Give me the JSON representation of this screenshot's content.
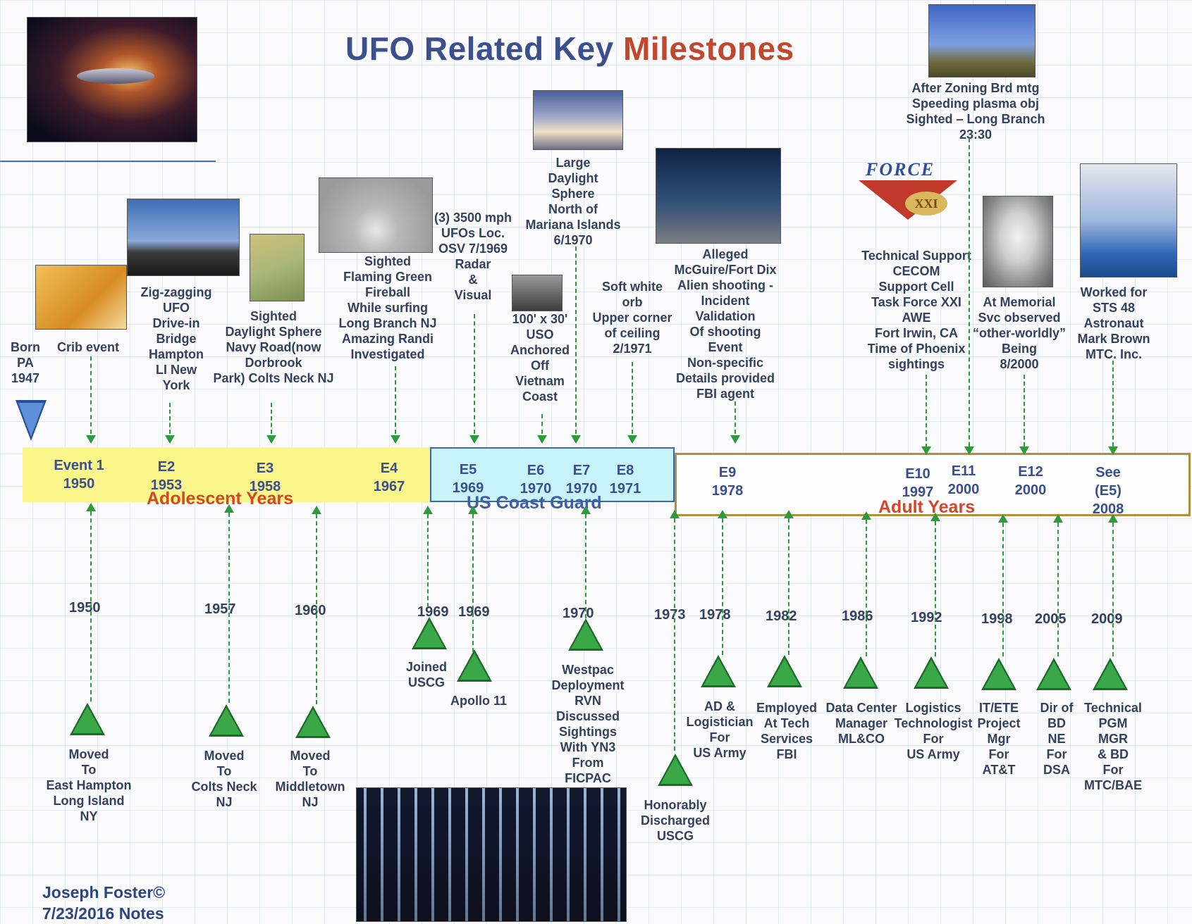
{
  "title": {
    "part1": "UFO Related Key",
    "part2": "Milestones"
  },
  "bands": {
    "adolescent": "Adolescent Years",
    "coast_guard": "US Coast Guard",
    "adult": "Adult Years"
  },
  "events": [
    {
      "code": "Event 1",
      "year": "1950"
    },
    {
      "code": "E2",
      "year": "1953"
    },
    {
      "code": "E3",
      "year": "1958"
    },
    {
      "code": "E4",
      "year": "1967"
    },
    {
      "code": "E5",
      "year": "1969"
    },
    {
      "code": "E6",
      "year": "1970"
    },
    {
      "code": "E7",
      "year": "1970"
    },
    {
      "code": "E8",
      "year": "1971"
    },
    {
      "code": "E9",
      "year": "1978"
    },
    {
      "code": "E10",
      "year": "1997"
    },
    {
      "code": "E11",
      "year": "2000"
    },
    {
      "code": "E12",
      "year": "2000"
    },
    {
      "code": "See",
      "year": "(E5)\n2008"
    }
  ],
  "upper_labels": {
    "born": "Born\nPA\n1947",
    "crib": "Crib event",
    "e2": "Zig-zagging\nUFO\nDrive-in\nBridge\nHampton\nLI New\nYork",
    "e3": "Sighted\nDaylight Sphere\nNavy Road(now\nDorbrook\nPark) Colts Neck NJ",
    "e4": "Sighted\nFlaming Green\nFireball\nWhile surfing\nLong Branch NJ\nAmazing Randi\nInvestigated",
    "e5": "(3) 3500 mph\nUFOs Loc.\nOSV  7/1969\nRadar\n&\nVisual",
    "e6": "100' x 30'\nUSO\nAnchored\nOff\nVietnam\nCoast",
    "e7": "Large\nDaylight\nSphere\nNorth of\nMariana Islands\n6/1970",
    "e8": "Soft white\norb\nUpper corner\nof ceiling\n2/1971",
    "e9": "Alleged\nMcGuire/Fort Dix\nAlien shooting -\nIncident\nValidation\nOf shooting\nEvent\nNon-specific\nDetails provided\nFBI agent",
    "e10": "Technical Support\nCECOM\nSupport Cell\nTask Force XXI\nAWE\nFort Irwin, CA\nTime of Phoenix\nsightings",
    "e11": "After Zoning Brd mtg\nSpeeding plasma obj\nSighted – Long Branch\n23:30",
    "e12": "At Memorial\nSvc observed\n“other-worldly”\nBeing\n8/2000",
    "e13": "Worked for\nSTS 48\nAstronaut\nMark Brown\nMTC. Inc.",
    "force_logo": "FORCE",
    "force_sub": "XXI"
  },
  "lower_milestones": [
    {
      "year": "1950",
      "label": "Moved\nTo\nEast Hampton\nLong Island\nNY"
    },
    {
      "year": "1957",
      "label": "Moved\nTo\nColts Neck\nNJ"
    },
    {
      "year": "1960",
      "label": "Moved\nTo\nMiddletown\nNJ"
    },
    {
      "year": "1969",
      "label": "Joined\nUSCG"
    },
    {
      "year": "1969",
      "label": "Apollo 11"
    },
    {
      "year": "1970",
      "label": "Westpac\nDeployment\nRVN\nDiscussed\nSightings\nWith YN3\nFrom\nFICPAC"
    },
    {
      "year": "1973",
      "label": "Honorably\nDischarged\nUSCG"
    },
    {
      "year": "1978",
      "label": "AD &\nLogistician\nFor\nUS Army"
    },
    {
      "year": "1982",
      "label": "Employed\nAt Tech\nServices\nFBI"
    },
    {
      "year": "1986",
      "label": "Data Center\nManager\nML&CO"
    },
    {
      "year": "1992",
      "label": "Logistics\nTechnologist\nFor\nUS Army"
    },
    {
      "year": "1998",
      "label": "IT/ETE\nProject\nMgr\nFor\nAT&T"
    },
    {
      "year": "2005",
      "label": "Dir of\nBD\nNE\nFor\nDSA"
    },
    {
      "year": "2009",
      "label": "Technical\nPGM\nMGR\n& BD\nFor\nMTC/BAE"
    }
  ],
  "footer": "Joseph Foster©\n7/23/2016 Notes"
}
